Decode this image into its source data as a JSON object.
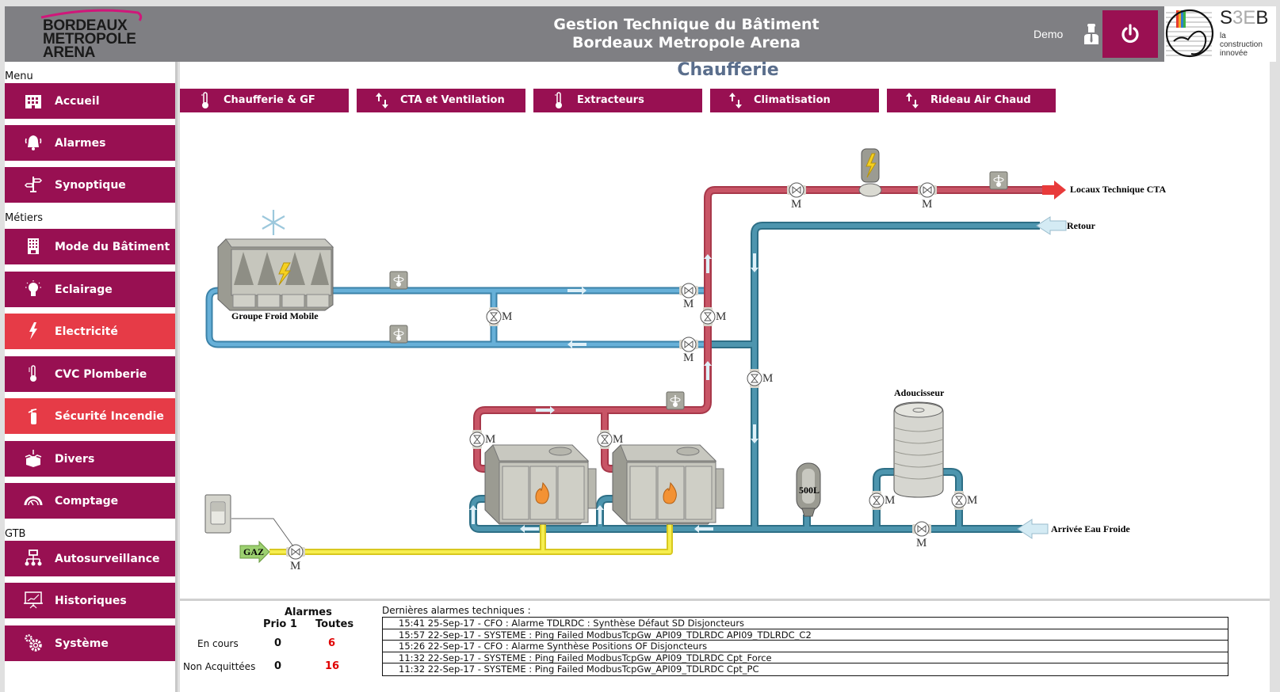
{
  "header": {
    "brand": {
      "line1": "BORDEAUX",
      "line2": "METROPOLE",
      "line3": "ARENA"
    },
    "title_line1": "Gestion Technique du Bâtiment",
    "title_line2": "Bordeaux Metropole Arena",
    "user": "Demo",
    "user_icon": "user-icon",
    "power_icon": "power-icon",
    "partner": {
      "name": "S3EB",
      "tagline1": "la",
      "tagline2": "construction",
      "tagline3": "innovée"
    }
  },
  "sidebar": {
    "sections": [
      {
        "label": "Menu"
      },
      {
        "label": "Métiers"
      },
      {
        "label": "GTB"
      }
    ],
    "items": [
      {
        "label": "Accueil",
        "icon": "building-icon",
        "state": "normal"
      },
      {
        "label": "Alarmes",
        "icon": "bell-icon",
        "state": "normal"
      },
      {
        "label": "Synoptique",
        "icon": "signpost-icon",
        "state": "normal"
      },
      {
        "label": "Mode du Bâtiment",
        "icon": "office-building-icon",
        "state": "normal"
      },
      {
        "label": "Eclairage",
        "icon": "lightbulb-icon",
        "state": "normal"
      },
      {
        "label": "Electricité",
        "icon": "lightning-icon",
        "state": "alert"
      },
      {
        "label": "CVC Plomberie",
        "icon": "thermometer-icon",
        "state": "normal"
      },
      {
        "label": "Sécurité Incendie",
        "icon": "fire-extinguisher-icon",
        "state": "alert"
      },
      {
        "label": "Divers",
        "icon": "box-icon",
        "state": "normal"
      },
      {
        "label": "Comptage",
        "icon": "gauge-icon",
        "state": "normal"
      },
      {
        "label": "Autosurveillance",
        "icon": "network-icon",
        "state": "normal"
      },
      {
        "label": "Historiques",
        "icon": "chart-board-icon",
        "state": "normal"
      },
      {
        "label": "Système",
        "icon": "gears-icon",
        "state": "normal"
      }
    ]
  },
  "main": {
    "title": "Chaufferie",
    "subnav": [
      {
        "label": "Chaufferie & GF",
        "icon": "thermometer-icon"
      },
      {
        "label": "CTA et Ventilation",
        "icon": "updown-arrows-icon"
      },
      {
        "label": "Extracteurs",
        "icon": "thermometer-icon"
      },
      {
        "label": "Climatisation",
        "icon": "updown-arrows-icon"
      },
      {
        "label": "Rideau Air Chaud",
        "icon": "updown-arrows-icon"
      }
    ]
  },
  "synoptic": {
    "labels": {
      "chiller": "Groupe Froid Mobile",
      "cta_out": "Locaux Technique CTA",
      "return": "Retour",
      "softener": "Adoucisseur",
      "tank": "500L",
      "cold_water_in": "Arrivée Eau Froide",
      "gas": "GAZ",
      "motor": "M"
    },
    "colors": {
      "hot_pipe": "#c24a5a",
      "cold_pipe": "#4a8aa8",
      "chilled_pipe": "#5fa7cf",
      "gas_pipe": "#f0e040",
      "flow_arrow": "#dff0f8"
    }
  },
  "alarms": {
    "title": "Alarmes",
    "col_prio1": "Prio 1",
    "col_all": "Toutes",
    "rows": [
      {
        "label": "En cours",
        "prio1": "0",
        "all": "6"
      },
      {
        "label": "Non Acquittées",
        "prio1": "0",
        "all": "16"
      }
    ],
    "recent_title": "Dernières alarmes techniques :",
    "recent": [
      "15:41 25-Sep-17 - CFO : Alarme TDLRDC : Synthèse Défaut SD Disjoncteurs",
      "15:57 22-Sep-17 - SYSTEME : Ping Failed ModbusTcpGw_API09_TDLRDC API09_TDLRDC_C2",
      "15:26 22-Sep-17 - CFO : Alarme Synthèse Positions OF Disjoncteurs",
      "11:32 22-Sep-17 - SYSTEME : Ping Failed ModbusTcpGw_API09_TDLRDC Cpt_Force",
      "11:32 22-Sep-17 - SYSTEME : Ping Failed ModbusTcpGw_API09_TDLRDC Cpt_PC"
    ]
  }
}
